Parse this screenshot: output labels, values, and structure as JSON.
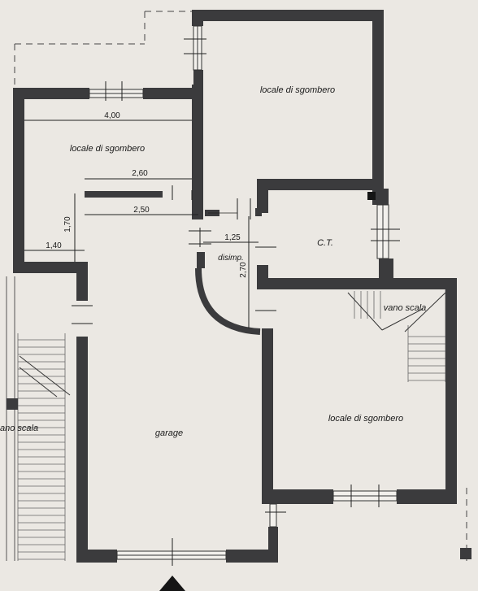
{
  "plan": {
    "wall_color": "#3b3b3d",
    "paper_color": "#ebe8e3",
    "line_color": "#222222",
    "rooms": [
      {
        "id": "storage_top_right",
        "label": "locale di sgombero"
      },
      {
        "id": "storage_top_left",
        "label": "locale di sgombero"
      },
      {
        "id": "boiler_room",
        "label": "C.T."
      },
      {
        "id": "hallway",
        "label": "disimp."
      },
      {
        "id": "stair_right",
        "label": "vano scala"
      },
      {
        "id": "storage_bottom_right",
        "label": "locale di sgombero"
      },
      {
        "id": "garage",
        "label": "garage"
      },
      {
        "id": "stair_left",
        "label": "ano scala"
      }
    ],
    "dimensions": {
      "width_top_left": "4,00",
      "width_2_60": "2,60",
      "width_2_50": "2,50",
      "height_1_70": "1,70",
      "width_1_40": "1,40",
      "width_1_25": "1,25",
      "height_2_70": "2,70"
    }
  }
}
